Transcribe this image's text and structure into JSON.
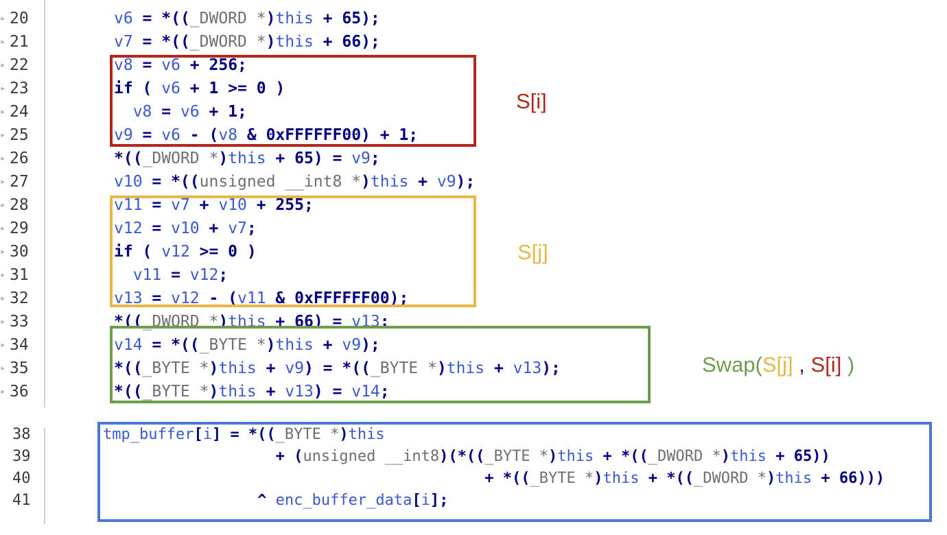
{
  "code_top": [
    {
      "n": "20",
      "tokens": [
        [
          "var",
          "v6"
        ],
        [
          "op",
          " = *(("
        ],
        [
          "typ",
          "_DWORD *"
        ],
        [
          "op",
          ")"
        ],
        [
          "var",
          "this"
        ],
        [
          "op",
          " + 65);"
        ]
      ]
    },
    {
      "n": "21",
      "tokens": [
        [
          "var",
          "v7"
        ],
        [
          "op",
          " = *(("
        ],
        [
          "typ",
          "_DWORD *"
        ],
        [
          "op",
          ")"
        ],
        [
          "var",
          "this"
        ],
        [
          "op",
          " + 66);"
        ]
      ]
    },
    {
      "n": "22",
      "tokens": [
        [
          "var",
          "v8"
        ],
        [
          "op",
          " = "
        ],
        [
          "var",
          "v6"
        ],
        [
          "op",
          " + 256;"
        ]
      ]
    },
    {
      "n": "23",
      "tokens": [
        [
          "kw",
          "if"
        ],
        [
          "op",
          " ( "
        ],
        [
          "var",
          "v6"
        ],
        [
          "op",
          " + 1 >= 0 )"
        ]
      ]
    },
    {
      "n": "24",
      "tokens": [
        [
          "op",
          "  "
        ],
        [
          "var",
          "v8"
        ],
        [
          "op",
          " = "
        ],
        [
          "var",
          "v6"
        ],
        [
          "op",
          " + 1;"
        ]
      ]
    },
    {
      "n": "25",
      "tokens": [
        [
          "var",
          "v9"
        ],
        [
          "op",
          " = "
        ],
        [
          "var",
          "v6"
        ],
        [
          "op",
          " - ("
        ],
        [
          "var",
          "v8"
        ],
        [
          "op",
          " & 0xFFFFFF00) + 1;"
        ]
      ]
    },
    {
      "n": "26",
      "tokens": [
        [
          "op",
          "*(("
        ],
        [
          "typ",
          "_DWORD *"
        ],
        [
          "op",
          ")"
        ],
        [
          "var",
          "this"
        ],
        [
          "op",
          " + 65) = "
        ],
        [
          "var",
          "v9"
        ],
        [
          "op",
          ";"
        ]
      ]
    },
    {
      "n": "27",
      "tokens": [
        [
          "var",
          "v10"
        ],
        [
          "op",
          " = *(("
        ],
        [
          "typ",
          "unsigned __int8 *"
        ],
        [
          "op",
          ")"
        ],
        [
          "var",
          "this"
        ],
        [
          "op",
          " + "
        ],
        [
          "var",
          "v9"
        ],
        [
          "op",
          ");"
        ]
      ]
    },
    {
      "n": "28",
      "tokens": [
        [
          "var",
          "v11"
        ],
        [
          "op",
          " = "
        ],
        [
          "var",
          "v7"
        ],
        [
          "op",
          " + "
        ],
        [
          "var",
          "v10"
        ],
        [
          "op",
          " + 255;"
        ]
      ]
    },
    {
      "n": "29",
      "tokens": [
        [
          "var",
          "v12"
        ],
        [
          "op",
          " = "
        ],
        [
          "var",
          "v10"
        ],
        [
          "op",
          " + "
        ],
        [
          "var",
          "v7"
        ],
        [
          "op",
          ";"
        ]
      ]
    },
    {
      "n": "30",
      "tokens": [
        [
          "kw",
          "if"
        ],
        [
          "op",
          " ( "
        ],
        [
          "var",
          "v12"
        ],
        [
          "op",
          " >= 0 )"
        ]
      ]
    },
    {
      "n": "31",
      "tokens": [
        [
          "op",
          "  "
        ],
        [
          "var",
          "v11"
        ],
        [
          "op",
          " = "
        ],
        [
          "var",
          "v12"
        ],
        [
          "op",
          ";"
        ]
      ]
    },
    {
      "n": "32",
      "tokens": [
        [
          "var",
          "v13"
        ],
        [
          "op",
          " = "
        ],
        [
          "var",
          "v12"
        ],
        [
          "op",
          " - ("
        ],
        [
          "var",
          "v11"
        ],
        [
          "op",
          " & 0xFFFFFF00);"
        ]
      ]
    },
    {
      "n": "33",
      "tokens": [
        [
          "op",
          "*(("
        ],
        [
          "typ",
          "_DWORD *"
        ],
        [
          "op",
          ")"
        ],
        [
          "var",
          "this"
        ],
        [
          "op",
          " + 66) = "
        ],
        [
          "var",
          "v13"
        ],
        [
          "op",
          ";"
        ]
      ]
    },
    {
      "n": "34",
      "tokens": [
        [
          "var",
          "v14"
        ],
        [
          "op",
          " = *(("
        ],
        [
          "typ",
          "_BYTE *"
        ],
        [
          "op",
          ")"
        ],
        [
          "var",
          "this"
        ],
        [
          "op",
          " + "
        ],
        [
          "var",
          "v9"
        ],
        [
          "op",
          ");"
        ]
      ]
    },
    {
      "n": "35",
      "tokens": [
        [
          "op",
          "*(("
        ],
        [
          "typ",
          "_BYTE *"
        ],
        [
          "op",
          ")"
        ],
        [
          "var",
          "this"
        ],
        [
          "op",
          " + "
        ],
        [
          "var",
          "v9"
        ],
        [
          "op",
          ") = *(("
        ],
        [
          "typ",
          "_BYTE *"
        ],
        [
          "op",
          ")"
        ],
        [
          "var",
          "this"
        ],
        [
          "op",
          " + "
        ],
        [
          "var",
          "v13"
        ],
        [
          "op",
          ");"
        ]
      ]
    },
    {
      "n": "36",
      "tokens": [
        [
          "op",
          "*(("
        ],
        [
          "typ",
          "_BYTE *"
        ],
        [
          "op",
          ")"
        ],
        [
          "var",
          "this"
        ],
        [
          "op",
          " + "
        ],
        [
          "var",
          "v13"
        ],
        [
          "op",
          ") = "
        ],
        [
          "var",
          "v14"
        ],
        [
          "op",
          ";"
        ]
      ]
    }
  ],
  "code_bottom": [
    {
      "n": "38",
      "tokens": [
        [
          "var",
          "tmp_buffer"
        ],
        [
          "op",
          "["
        ],
        [
          "var",
          "i"
        ],
        [
          "op",
          "] = *(("
        ],
        [
          "typ",
          "_BYTE *"
        ],
        [
          "op",
          ")"
        ],
        [
          "var",
          "this"
        ]
      ]
    },
    {
      "n": "39",
      "tokens": [
        [
          "op",
          "                   + ("
        ],
        [
          "typ",
          "unsigned __int8"
        ],
        [
          "op",
          ")(*(("
        ],
        [
          "typ",
          "_BYTE *"
        ],
        [
          "op",
          ")"
        ],
        [
          "var",
          "this"
        ],
        [
          "op",
          " + *(("
        ],
        [
          "typ",
          "_DWORD *"
        ],
        [
          "op",
          ")"
        ],
        [
          "var",
          "this"
        ],
        [
          "op",
          " + 65))"
        ]
      ]
    },
    {
      "n": "40",
      "tokens": [
        [
          "op",
          "                                          + *(("
        ],
        [
          "typ",
          "_BYTE *"
        ],
        [
          "op",
          ")"
        ],
        [
          "var",
          "this"
        ],
        [
          "op",
          " + *(("
        ],
        [
          "typ",
          "_DWORD *"
        ],
        [
          "op",
          ")"
        ],
        [
          "var",
          "this"
        ],
        [
          "op",
          " + 66)))"
        ]
      ]
    },
    {
      "n": "41",
      "tokens": [
        [
          "op",
          "                 ^ "
        ],
        [
          "var",
          "enc_buffer_data"
        ],
        [
          "op",
          "["
        ],
        [
          "var",
          "i"
        ],
        [
          "op",
          "];"
        ]
      ]
    }
  ],
  "annotations": {
    "si": "S[i]",
    "sj": "S[j]",
    "swap": {
      "prefix": "Swap(",
      "sj": "S[j]",
      "sep": " , ",
      "si": "S[i]",
      "suffix": " )"
    }
  },
  "colors": {
    "si_box": "#b3261e",
    "sj_box": "#e6b845",
    "swap_box": "#6e9d4e",
    "rc4_box": "#4a77d4"
  }
}
